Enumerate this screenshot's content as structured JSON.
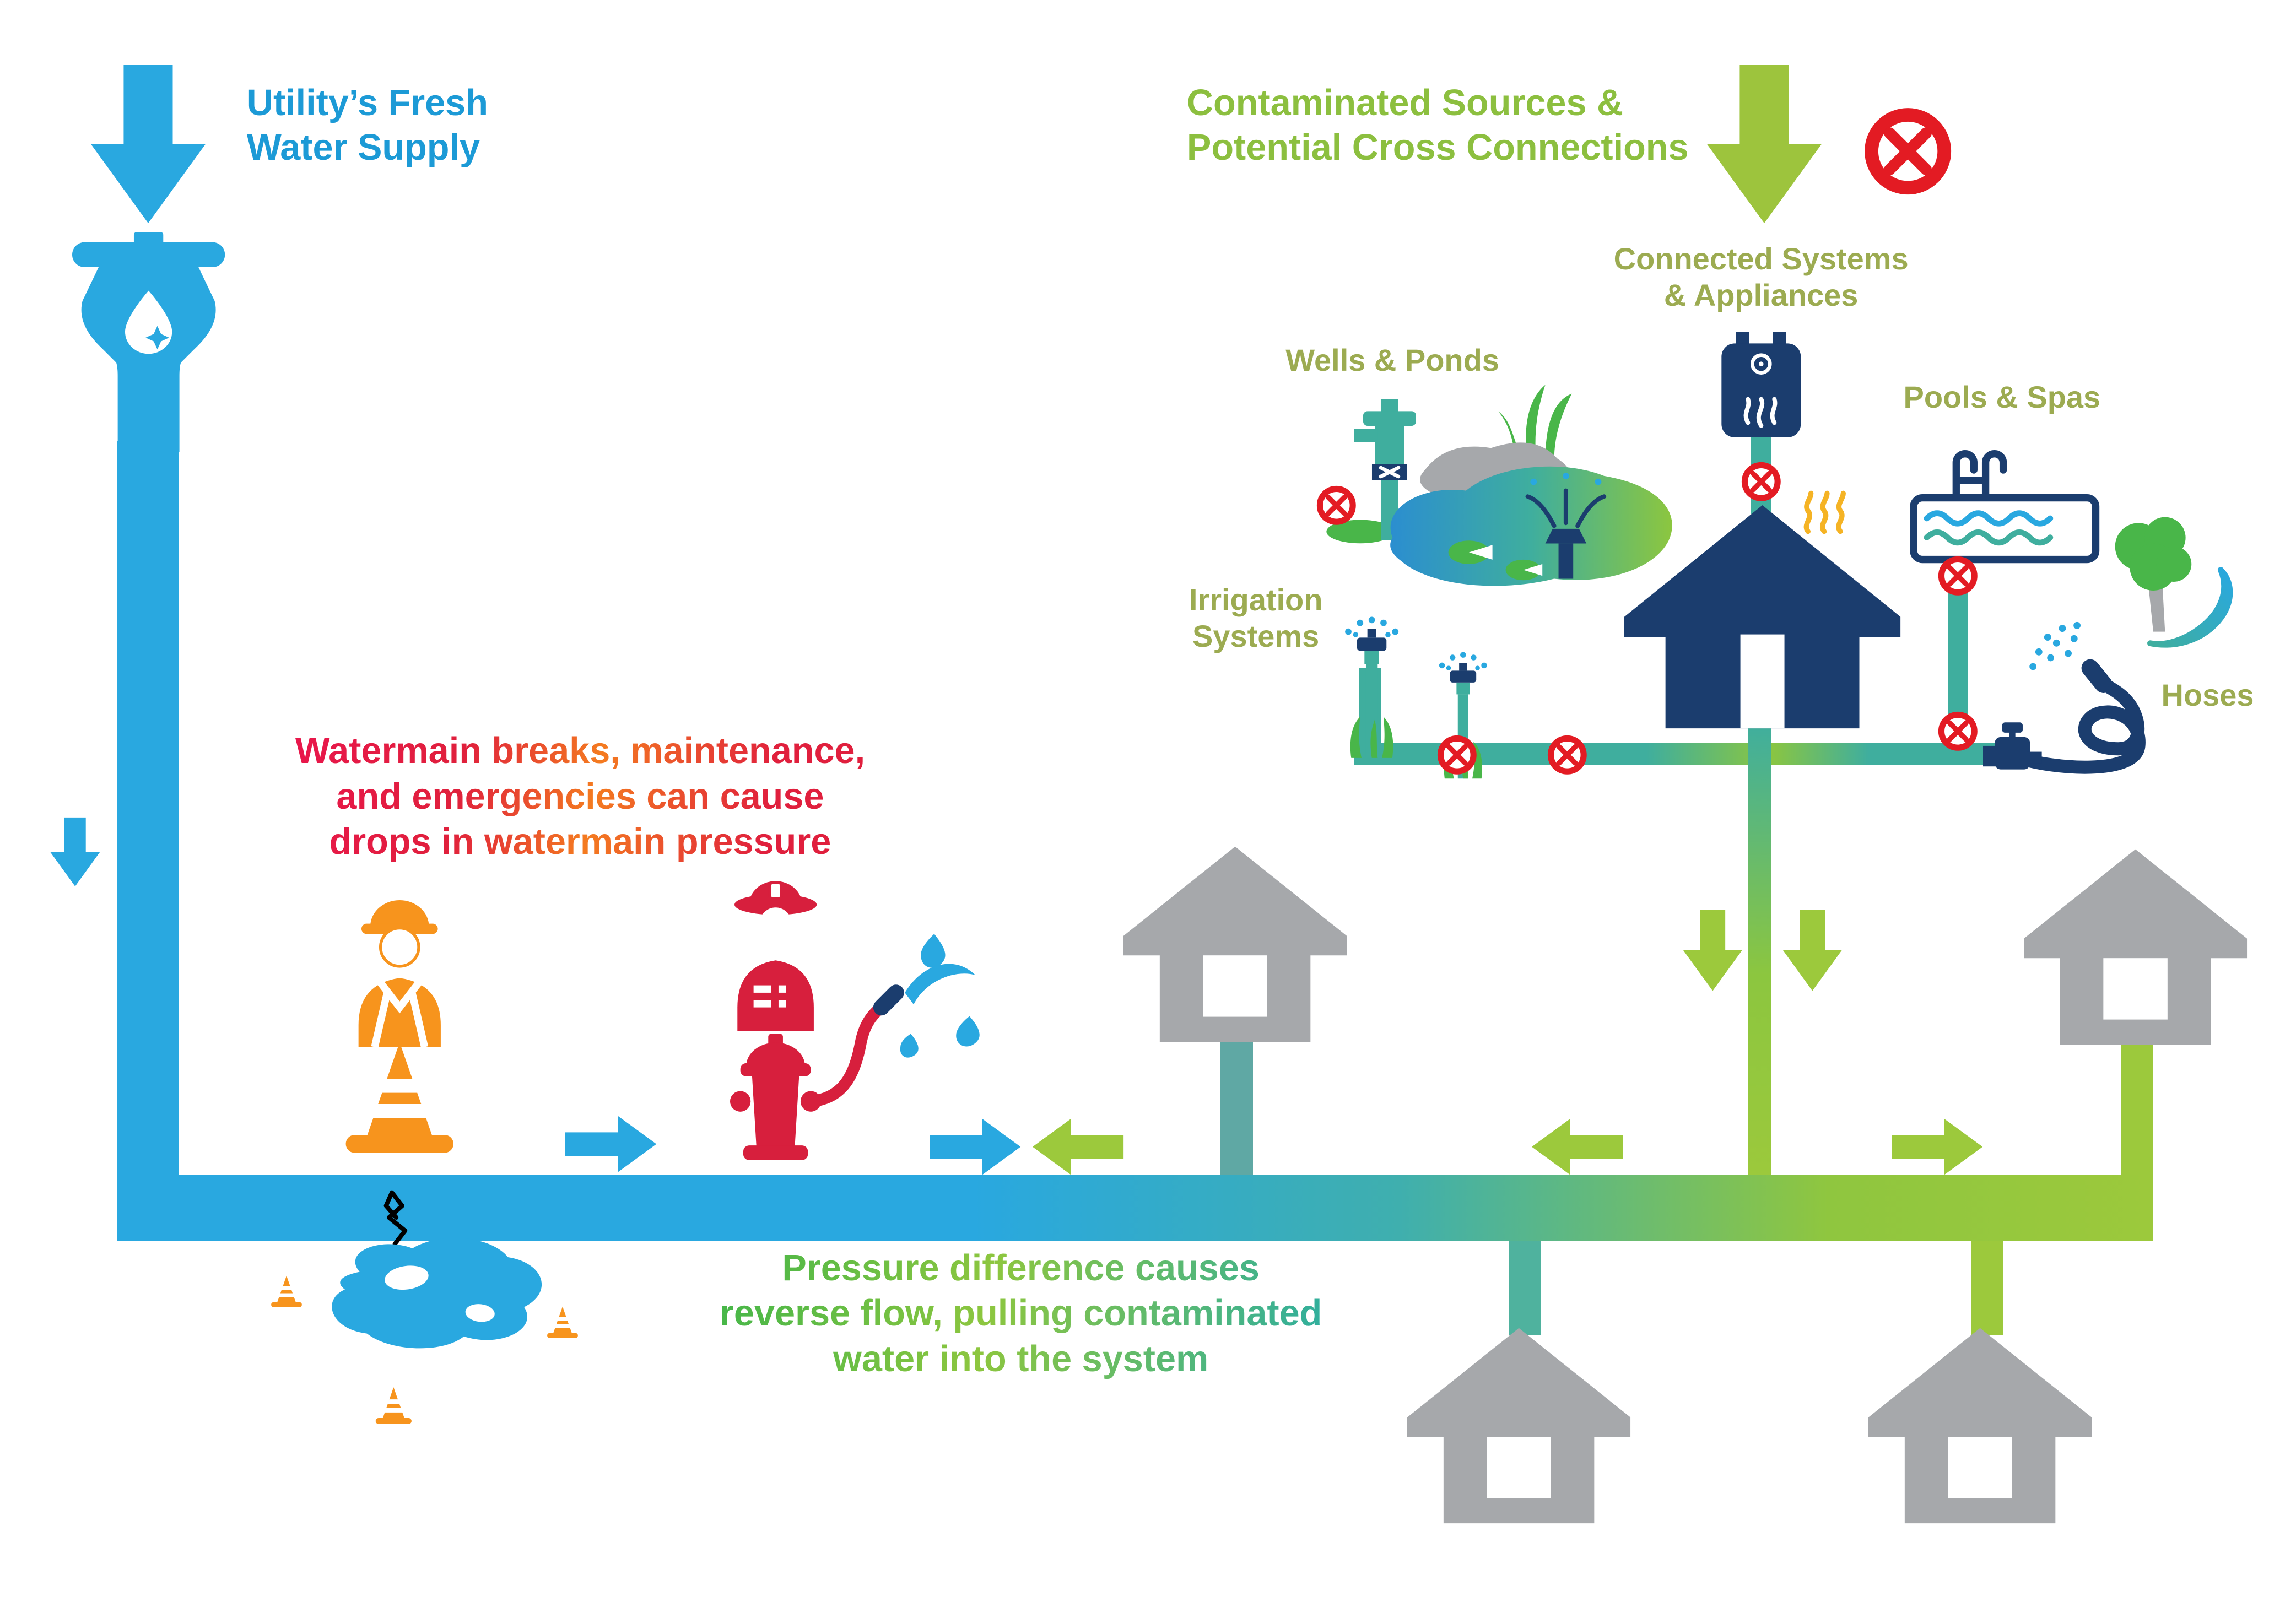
{
  "labels": {
    "utility_supply": "Utility’s Fresh\nWater Supply",
    "contaminated_sources": "Contaminated Sources &\nPotential Cross Connections",
    "connected_systems": "Connected Systems\n& Appliances",
    "wells_ponds": "Wells & Ponds",
    "pools_spas": "Pools & Spas",
    "irrigation_systems": "Irrigation\nSystems",
    "hoses": "Hoses",
    "watermain_warning": "Watermain breaks, maintenance,\nand emergencies can cause\ndrops in watermain pressure",
    "pressure_note": "Pressure difference causes\nreverse flow, pulling contaminated\nwater into the system"
  },
  "icons": [
    "fresh-water-down-arrow",
    "water-supply-valve",
    "no-cross-connection-sign",
    "construction-worker",
    "traffic-cone",
    "firefighter",
    "fire-hydrant",
    "house",
    "main-house",
    "water-heater",
    "well-pump",
    "pond",
    "pool-spa",
    "sprinkler",
    "garden-hose",
    "faucet",
    "tree",
    "water-puddle",
    "flow-arrow-right",
    "flow-arrow-left",
    "contaminated-down-arrow"
  ],
  "colors": {
    "fresh_blue": "#29A8E0",
    "navy": "#1B3D6E",
    "teal": "#3FAE9E",
    "contaminated_green": "#9CC93C",
    "heading_green": "#8CBF3F",
    "muted_label_green": "#9CAB51",
    "heading_blue": "#1C9AD6",
    "prohibition_red": "#E31B23",
    "fire_red": "#D71F3D",
    "worker_orange": "#F7941D",
    "house_gray": "#A6A8AB",
    "steam_yellow": "#F5B324"
  }
}
